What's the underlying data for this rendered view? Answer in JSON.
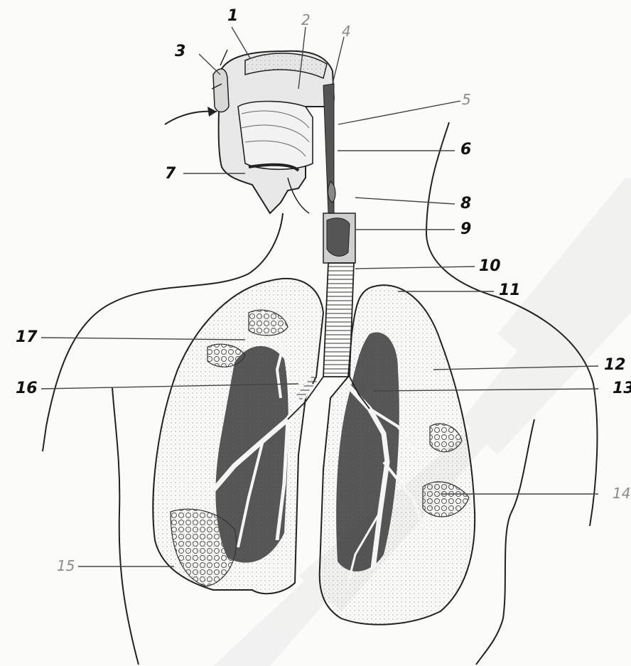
{
  "labels": {
    "n1": "1",
    "n2": "2",
    "n3": "3",
    "n4": "4",
    "n5": "5",
    "n6": "6",
    "n7": "7",
    "n8": "8",
    "n9": "9",
    "n10": "10",
    "n11": "11",
    "n12": "12",
    "n13": "13",
    "n14": "14",
    "n15": "15",
    "n16": "16",
    "n17": "17"
  },
  "colors": {
    "ink": "#222222",
    "stipple": "#8a8a8a",
    "dark_tissue": "#3a3a3a",
    "watermark": "#eeeeee"
  }
}
